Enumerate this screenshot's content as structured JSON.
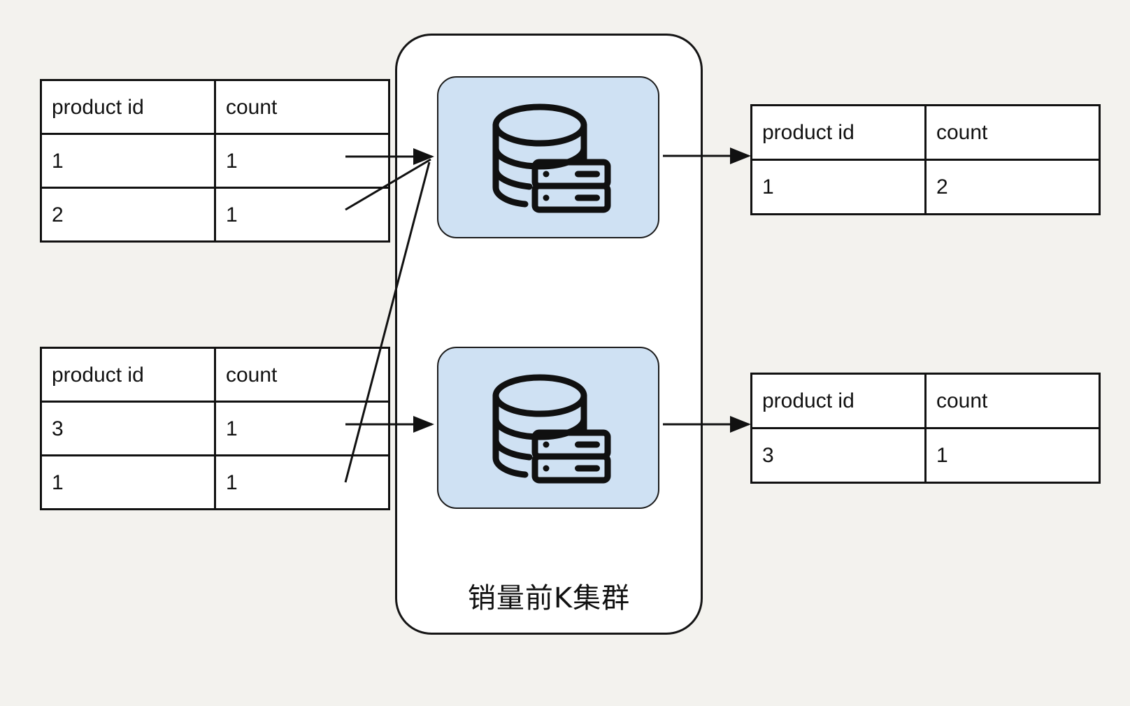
{
  "diagram": {
    "background_color": "#f3f2ee",
    "accent_color": "#cfe1f3",
    "line_color": "#111111"
  },
  "tables": {
    "input_a": {
      "name": "input-table-a",
      "headers": [
        "product id",
        "count"
      ],
      "rows": [
        [
          "1",
          "1"
        ],
        [
          "2",
          "1"
        ]
      ]
    },
    "input_b": {
      "name": "input-table-b",
      "headers": [
        "product id",
        "count"
      ],
      "rows": [
        [
          "3",
          "1"
        ],
        [
          "1",
          "1"
        ]
      ]
    },
    "output_a": {
      "name": "output-table-a",
      "headers": [
        "product id",
        "count"
      ],
      "rows": [
        [
          "1",
          "2"
        ]
      ]
    },
    "output_b": {
      "name": "output-table-b",
      "headers": [
        "product id",
        "count"
      ],
      "rows": [
        [
          "3",
          "1"
        ]
      ]
    }
  },
  "cluster": {
    "label": "销量前K集群",
    "nodes": [
      {
        "name": "database-node-top",
        "icon": "database-server-icon"
      },
      {
        "name": "database-node-bottom",
        "icon": "database-server-icon"
      }
    ]
  },
  "connectors": [
    {
      "name": "arrow-input-a-row1-to-node-top",
      "from": "input_a.row1",
      "to": "node-top"
    },
    {
      "name": "arrow-input-a-row2-to-node-top",
      "from": "input_a.row2",
      "to": "node-top"
    },
    {
      "name": "arrow-input-b-row2-to-node-top",
      "from": "input_b.row2",
      "to": "node-top"
    },
    {
      "name": "arrow-input-b-row1-to-node-bottom",
      "from": "input_b.row1",
      "to": "node-bottom"
    },
    {
      "name": "arrow-node-top-to-output-a",
      "from": "node-top",
      "to": "output_a"
    },
    {
      "name": "arrow-node-bottom-to-output-b",
      "from": "node-bottom",
      "to": "output_b"
    }
  ]
}
